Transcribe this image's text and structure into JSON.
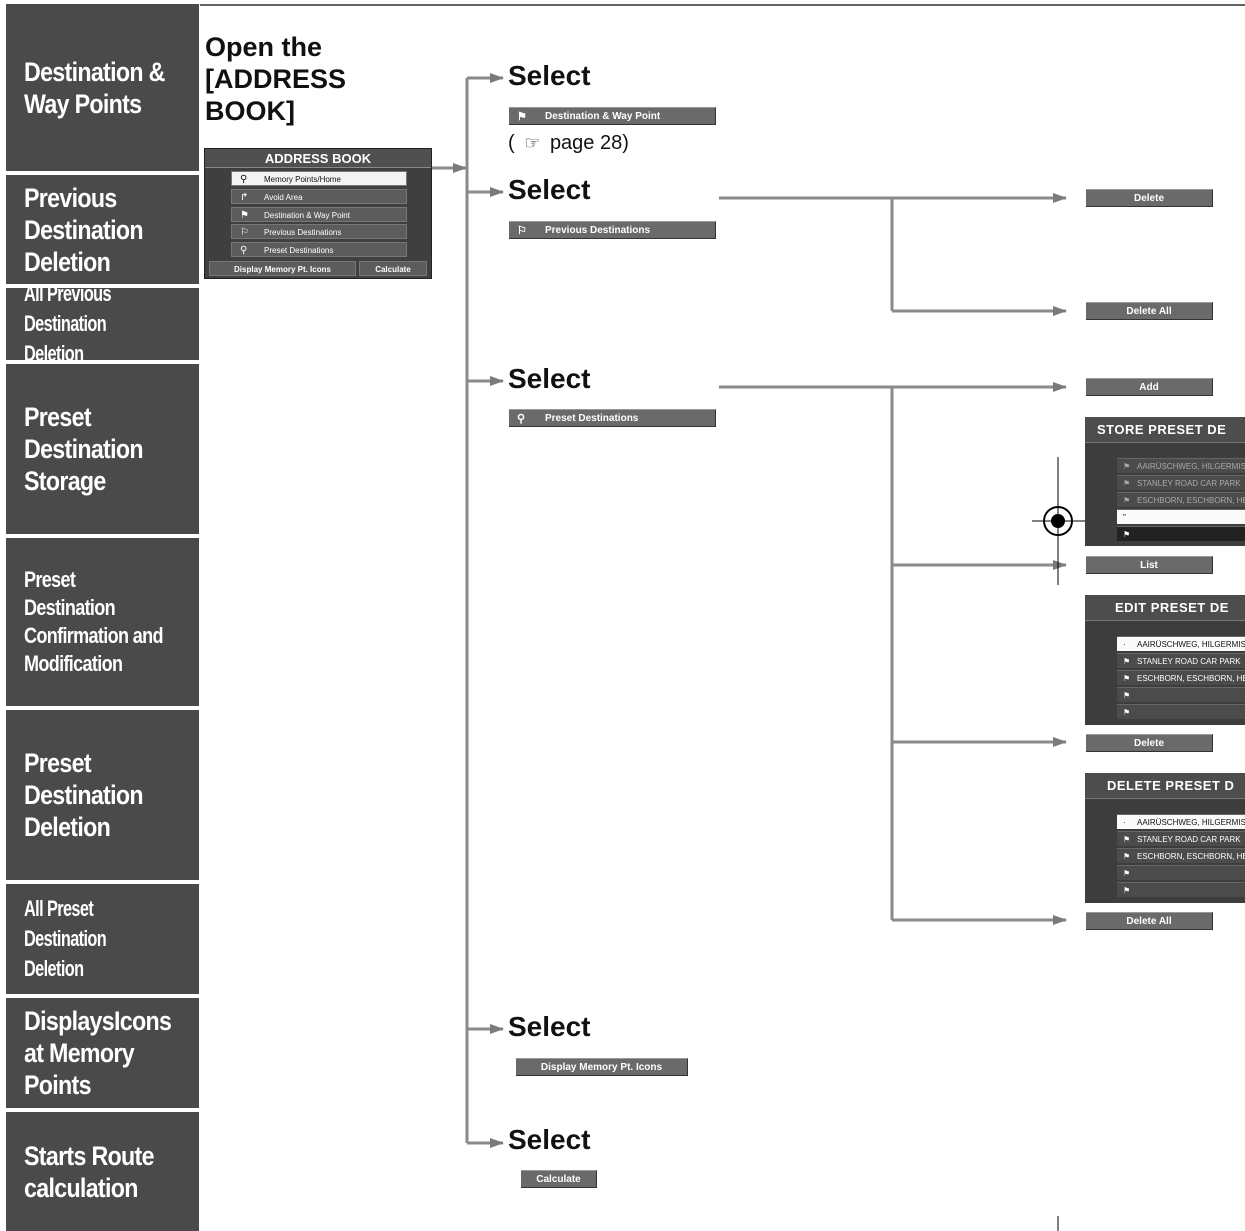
{
  "sidebar": {
    "tiles": [
      {
        "label": "Destination &\nWay Points"
      },
      {
        "label": "Previous\nDestination\nDeletion"
      },
      {
        "label": "All Previous\nDestination Deletion"
      },
      {
        "label": "Preset\nDestination\nStorage"
      },
      {
        "label": "Preset Destination\nConfirmation and\nModification"
      },
      {
        "label": "Preset\nDestination\nDeletion"
      },
      {
        "label": "All Preset\nDestination Deletion"
      },
      {
        "label": "DisplaysIcons\nat Memory\nPoints"
      },
      {
        "label": "Starts Route\ncalculation"
      }
    ]
  },
  "open_heading": "Open the\n[ADDRESS\nBOOK]",
  "address_book": {
    "title": "ADDRESS BOOK",
    "items": [
      {
        "label": "Memory Points/Home",
        "icon": "memory-point-icon"
      },
      {
        "label": "Avoid Area",
        "icon": "avoid-area-icon"
      },
      {
        "label": "Destination & Way Point",
        "icon": "destination-flag-icon"
      },
      {
        "label": "Previous Destinations",
        "icon": "previous-destination-icon"
      },
      {
        "label": "Preset Destinations",
        "icon": "preset-destination-icon"
      }
    ],
    "display_icons_label": "Display Memory Pt. Icons",
    "calculate_label": "Calculate"
  },
  "steps": {
    "select_label": "Select",
    "dest_way_point_label": "Destination & Way Point",
    "page_ref_open": "(",
    "page_ref_text": "page 28)",
    "previous_destinations_label": "Previous Destinations",
    "preset_destinations_label": "Preset Destinations",
    "display_memory_label": "Display Memory Pt. Icons",
    "calculate_label": "Calculate"
  },
  "right_buttons": {
    "delete": "Delete",
    "delete_all": "Delete All",
    "add": "Add",
    "list": "List",
    "delete2": "Delete",
    "delete_all2": "Delete All"
  },
  "screens": {
    "store": {
      "title": "STORE PRESET DE",
      "rows": [
        "AAIRÜSCHWEG, HILGERMISSE",
        "STANLEY ROAD CAR PARK",
        "ESCHBORN, ESCHBORN, HES",
        "",
        ""
      ]
    },
    "edit": {
      "title": "EDIT PRESET DE",
      "rows": [
        "AAIRÜSCHWEG, HILGERMISSE",
        "STANLEY ROAD CAR PARK",
        "ESCHBORN, ESCHBORN, HES",
        "",
        ""
      ]
    },
    "delete": {
      "title": "DELETE PRESET D",
      "rows": [
        "AAIRÜSCHWEG, HILGERMISSE",
        "STANLEY ROAD CAR PARK",
        "ESCHBORN, ESCHBORN, HES",
        "",
        ""
      ]
    }
  }
}
